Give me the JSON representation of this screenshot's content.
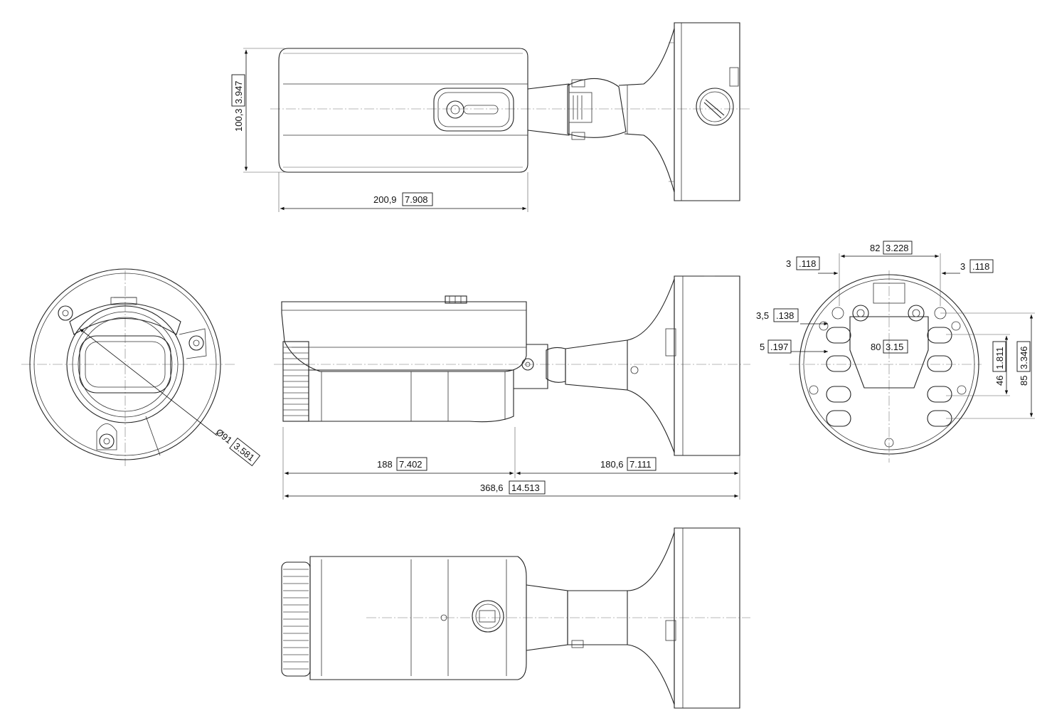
{
  "colors": {
    "line": "#222222",
    "background": "#ffffff"
  },
  "dimensions": {
    "top_height": {
      "metric": "100,3",
      "imperial": "3.947"
    },
    "top_length": {
      "metric": "200,9",
      "imperial": "7.908"
    },
    "front_diameter": {
      "metric": "Ø91",
      "imperial": "3.581"
    },
    "side_front": {
      "metric": "188",
      "imperial": "7.402"
    },
    "side_rear": {
      "metric": "180,6",
      "imperial": "7.111"
    },
    "side_total": {
      "metric": "368,6",
      "imperial": "14.513"
    },
    "base_width": {
      "metric": "82",
      "imperial": "3.228"
    },
    "base_left_gap": {
      "metric": "3",
      "imperial": ".118"
    },
    "base_right_gap": {
      "metric": "3",
      "imperial": ".118"
    },
    "base_hole": {
      "metric": "3,5",
      "imperial": ".138"
    },
    "base_slot": {
      "metric": "5",
      "imperial": ".197"
    },
    "base_inner": {
      "metric": "80",
      "imperial": "3.15"
    },
    "base_v46": {
      "metric": "46",
      "imperial": "1.811"
    },
    "base_v85": {
      "metric": "85",
      "imperial": "3.346"
    }
  }
}
